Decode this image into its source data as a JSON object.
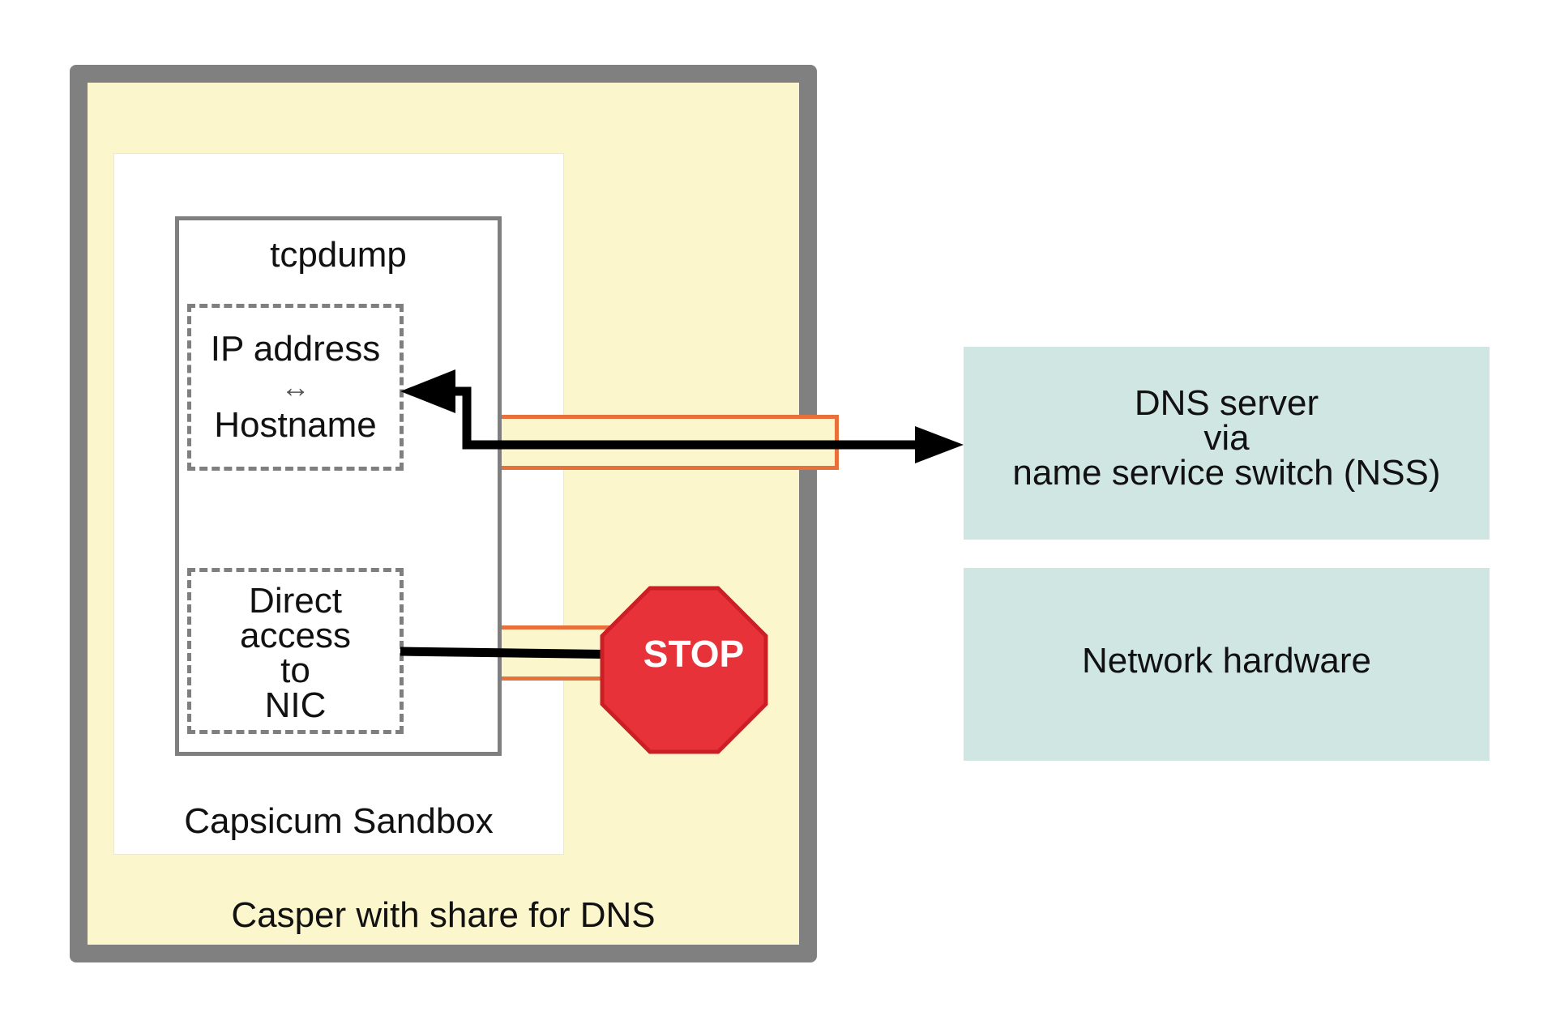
{
  "casper": {
    "label": "Casper with share for DNS"
  },
  "sandbox": {
    "label": "Capsicum Sandbox"
  },
  "tcpdump": {
    "title": "tcpdump",
    "ip_box": {
      "line1": "IP address",
      "arrow": "↔",
      "line2": "Hostname"
    },
    "nic_box": {
      "line1": "Direct",
      "line2": "access",
      "line3": "to",
      "line4": "NIC"
    }
  },
  "stop_sign": {
    "label": "STOP",
    "color": "#e8323a"
  },
  "dns_server": {
    "line1": "DNS server",
    "line2": "via",
    "line3": "name service switch (NSS)"
  },
  "network_hardware": {
    "label": "Network hardware"
  },
  "colors": {
    "casper_fill": "#fbf6cc",
    "casper_border": "#808080",
    "tube_border": "#e8703a",
    "right_box_fill": "#d0e6e3"
  }
}
